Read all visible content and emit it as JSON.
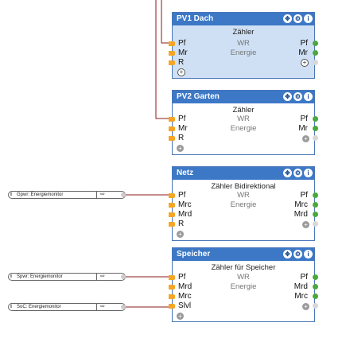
{
  "colors": {
    "header": "#3c78c6",
    "selected_body": "#cfe0f5",
    "input_pin": "#f5a623",
    "output_pin": "#4aa83c",
    "wire": "#8b1a1a"
  },
  "icons": {
    "header": [
      "move-icon",
      "gear-icon",
      "info-icon"
    ],
    "add": "plus-icon",
    "ref_info": "info-icon",
    "ref_link": "link-out-icon"
  },
  "blocks": [
    {
      "title": "PV1 Dach",
      "type": "Zähler",
      "inputs": [
        "Pf",
        "Mr",
        "R"
      ],
      "wr": "WR",
      "energie": "Energie",
      "outputs": [
        "Pf",
        "Mr"
      ]
    },
    {
      "title": "PV2 Garten",
      "type": "Zähler",
      "inputs": [
        "Pf",
        "Mr",
        "R"
      ],
      "wr": "WR",
      "energie": "Energie",
      "outputs": [
        "Pf",
        "Mr"
      ]
    },
    {
      "title": "Netz",
      "type": "Zähler Bidirektional",
      "inputs": [
        "Pf",
        "Mrc",
        "Mrd",
        "R"
      ],
      "wr": "WR",
      "energie": "Energie",
      "outputs": [
        "Pf",
        "Mrc",
        "Mrd"
      ]
    },
    {
      "title": "Speicher",
      "type": "Zähler für Speicher",
      "inputs": [
        "Pf",
        "Mrd",
        "Mrc",
        "Slvl"
      ],
      "wr": "WR",
      "energie": "Energie",
      "outputs": [
        "Pf",
        "Mrd",
        "Mrc"
      ]
    }
  ],
  "refs": [
    {
      "label": "Gpwr: Energiemonitor",
      "icon": "i",
      "btn": "⇨"
    },
    {
      "label": "Spwr: Energiemonitor",
      "icon": "i",
      "btn": "⇨"
    },
    {
      "label": "SoC: Energiemonitor",
      "icon": "i",
      "btn": "⇨"
    }
  ],
  "plus_symbol": "+"
}
